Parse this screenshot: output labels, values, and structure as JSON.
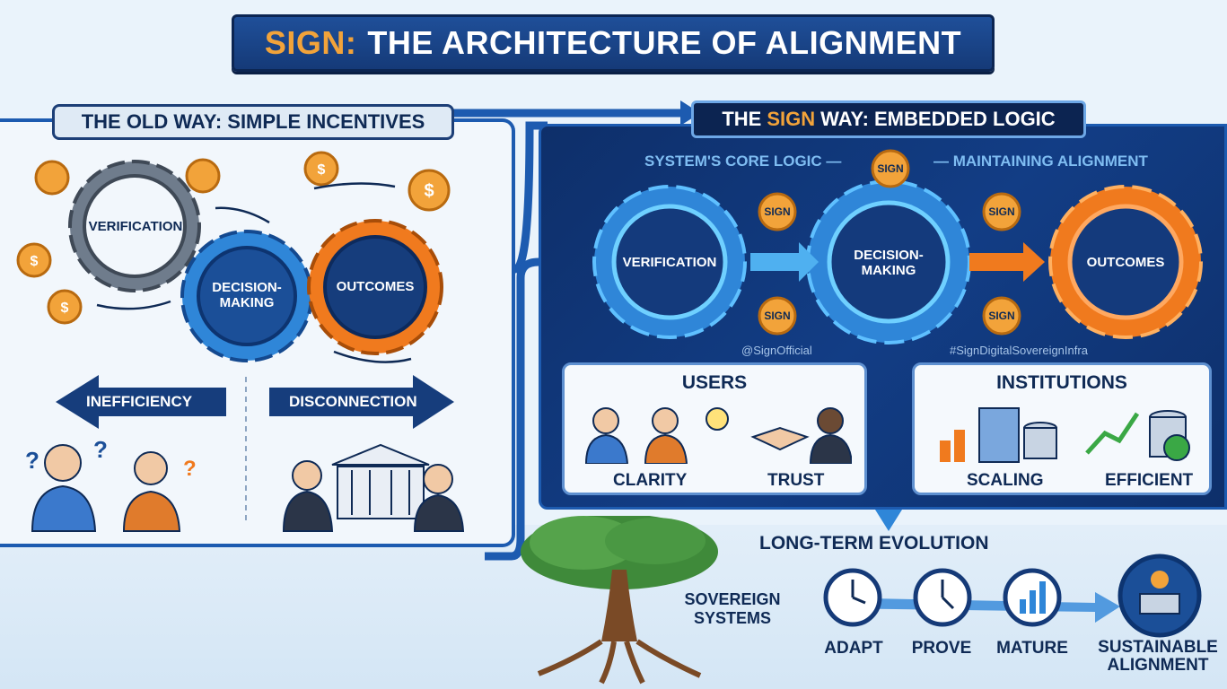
{
  "title": {
    "accent": "SIGN:",
    "rest": "THE ARCHITECTURE OF ALIGNMENT"
  },
  "old_way": {
    "label": "THE OLD WAY: SIMPLE INCENTIVES",
    "gears": {
      "verification": "VERIFICATION",
      "decision": "DECISION-MAKING",
      "outcomes": "OUTCOMES"
    },
    "arrows": {
      "left": "INEFFICIENCY",
      "right": "DISCONNECTION"
    }
  },
  "sign_way": {
    "label_pre": "THE",
    "label_accent": "SIGN",
    "label_post": "WAY: EMBEDDED LOGIC",
    "core_logic": "SYSTEM'S CORE LOGIC —",
    "maintaining": "— MAINTAINING ALIGNMENT",
    "token": "SIGN",
    "gears": {
      "verification": "VERIFICATION",
      "decision": "DECISION-MAKING",
      "outcomes": "OUTCOMES"
    },
    "handle_left": "@SignOfficial",
    "handle_right": "#SignDigitalSovereignInfra",
    "users": {
      "title": "USERS",
      "clarity": "CLARITY",
      "trust": "TRUST"
    },
    "institutions": {
      "title": "INSTITUTIONS",
      "scaling": "SCALING",
      "efficient": "EFFICIENT"
    }
  },
  "evolution": {
    "title": "LONG-TERM EVOLUTION",
    "sovereign": "SOVEREIGN SYSTEMS",
    "stages": [
      "ADAPT",
      "PROVE",
      "MATURE",
      "SUSTAINABLE ALIGNMENT"
    ]
  },
  "colors": {
    "navy": "#153a78",
    "accent": "#f2a33a",
    "blue": "#2f86d8",
    "orange": "#f07a1e",
    "gray": "#6f7c8c"
  }
}
